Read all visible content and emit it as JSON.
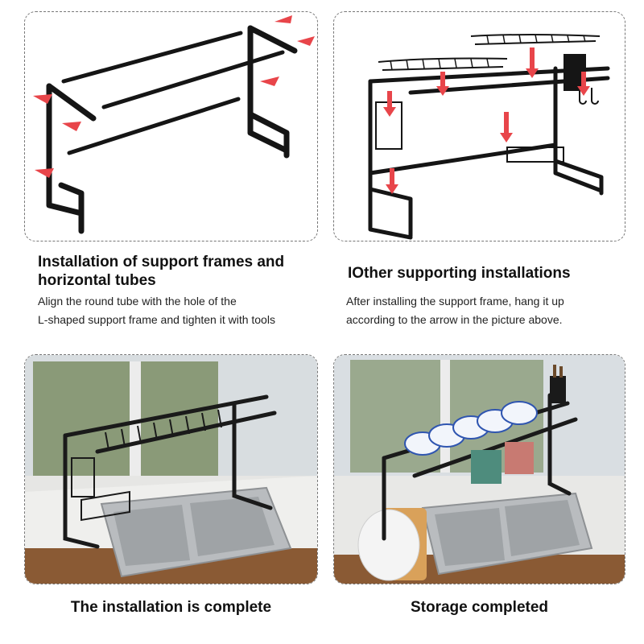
{
  "panels": {
    "step1": {
      "title_line1": "Installation of support frames and",
      "title_line2": "horizontal tubes",
      "desc_line1": "Align the round tube with the hole of the",
      "desc_line2": "L-shaped support frame and tighten it with tools"
    },
    "step2": {
      "title": "IOther supporting installations",
      "desc_line1": "After installing the support frame, hang it up",
      "desc_line2": "according to the arrow in the picture above."
    },
    "step3": {
      "caption": "The installation is complete"
    },
    "step4": {
      "caption": "Storage completed"
    }
  },
  "colors": {
    "arrow": "#e8454a",
    "frame": "#151515",
    "border": "#777777"
  }
}
